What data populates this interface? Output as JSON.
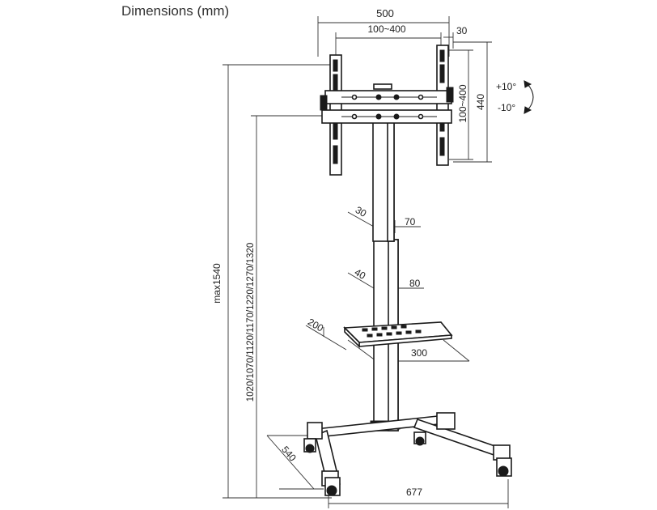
{
  "heading": "Dimensions (mm)",
  "dimensions": {
    "plate_width": "500",
    "vesa_horizontal": "100~400",
    "plate_depth": "30",
    "vesa_vertical": "100~400",
    "plate_height": "440",
    "tilt_up": "+10°",
    "tilt_down": "-10°",
    "max_height": "max1540",
    "mount_heights": "1020/1070/1120/1170/1220/1270/1320",
    "upper_pole_depth": "30",
    "upper_pole_width": "70",
    "lower_pole_depth": "40",
    "lower_pole_width": "80",
    "shelf_depth": "200",
    "shelf_width": "300",
    "base_depth": "540",
    "base_width": "677"
  },
  "colors": {
    "line": "#1a1a1a",
    "dimension": "#333333",
    "background": "#ffffff"
  }
}
